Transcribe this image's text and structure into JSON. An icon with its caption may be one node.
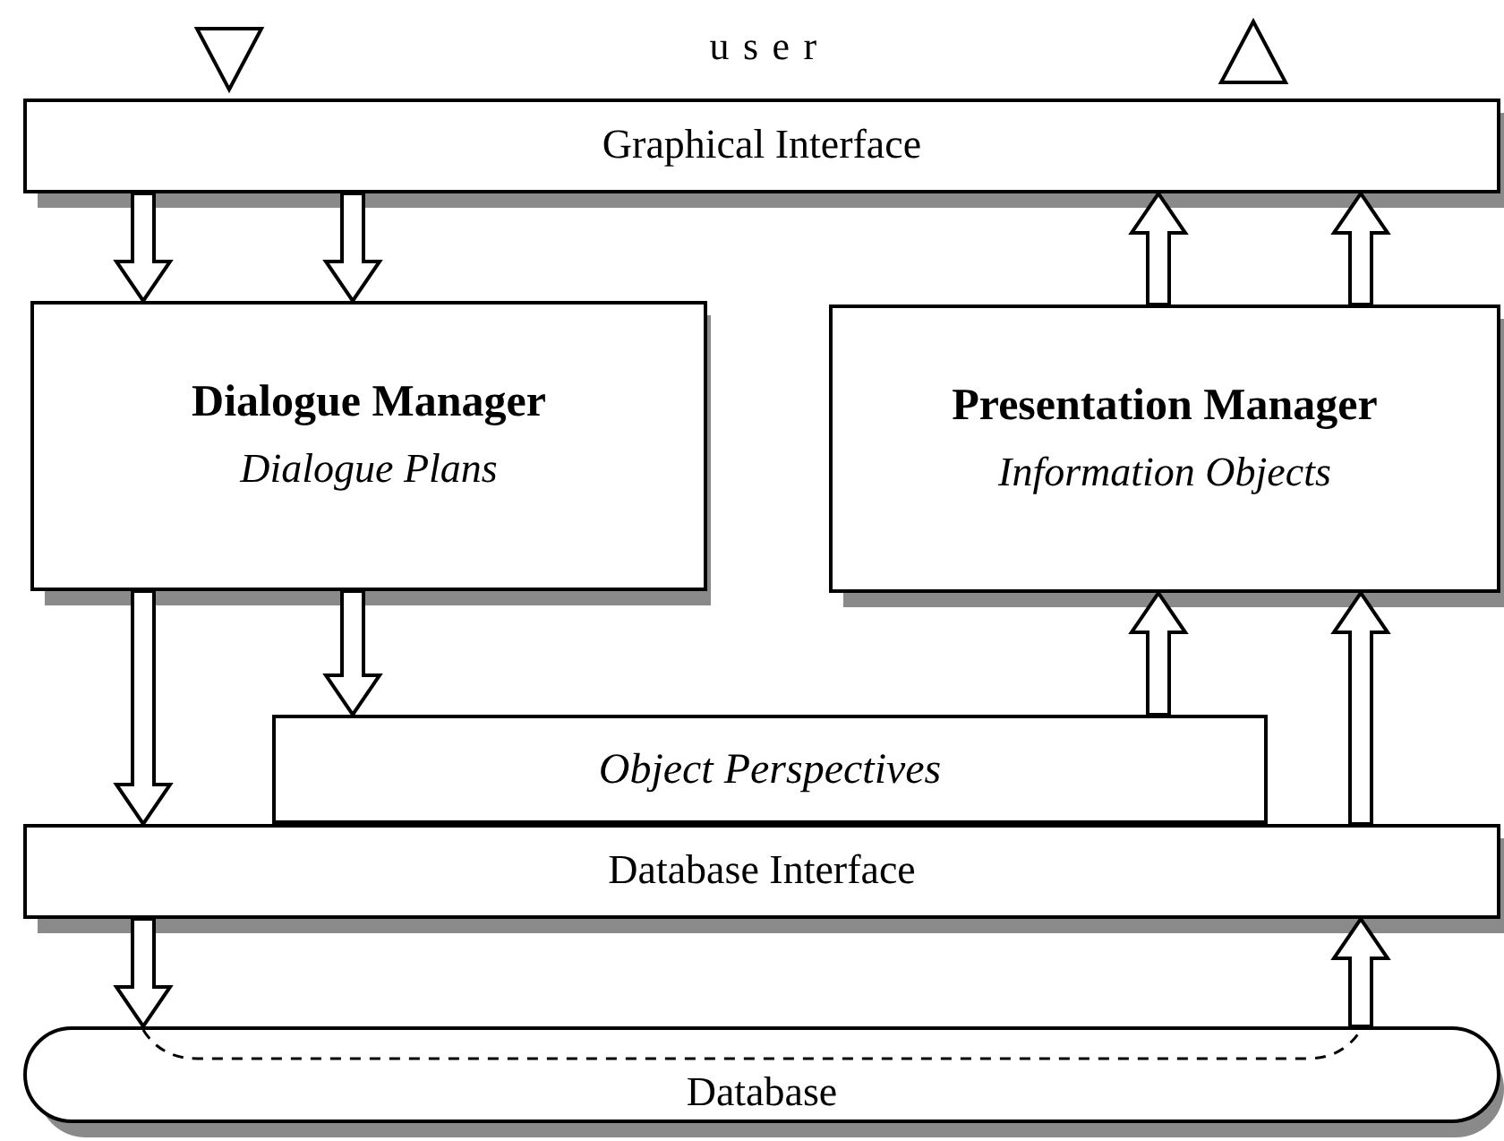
{
  "diagram": {
    "nodes": [
      {
        "text": [
          "Graphical Interface"
        ]
      },
      {
        "text": [
          "Dialogue Manager",
          "Dialogue Plans"
        ]
      },
      {
        "text": [
          "Presentation Manager",
          "Information Objects"
        ]
      },
      {
        "text": [
          "Object Perspectives"
        ]
      },
      {
        "text": [
          "Database Interface"
        ]
      },
      {
        "text": [
          "Database"
        ]
      }
    ],
    "edges": [
      {
        "from": 0,
        "to": 1,
        "arrow": "to"
      },
      {
        "from": 0,
        "to": 1,
        "arrow": "to"
      },
      {
        "from": 2,
        "to": 0,
        "arrow": "to"
      },
      {
        "from": 2,
        "to": 0,
        "arrow": "to"
      },
      {
        "from": 1,
        "to": 4,
        "arrow": "to"
      },
      {
        "from": 1,
        "to": 3,
        "arrow": "to"
      },
      {
        "from": 3,
        "to": 2,
        "arrow": "to"
      },
      {
        "from": 4,
        "to": 2,
        "arrow": "to"
      },
      {
        "from": 4,
        "to": 5,
        "arrow": "to"
      },
      {
        "from": 5,
        "to": 4,
        "arrow": "to"
      }
    ],
    "labels": [
      "user"
    ]
  }
}
